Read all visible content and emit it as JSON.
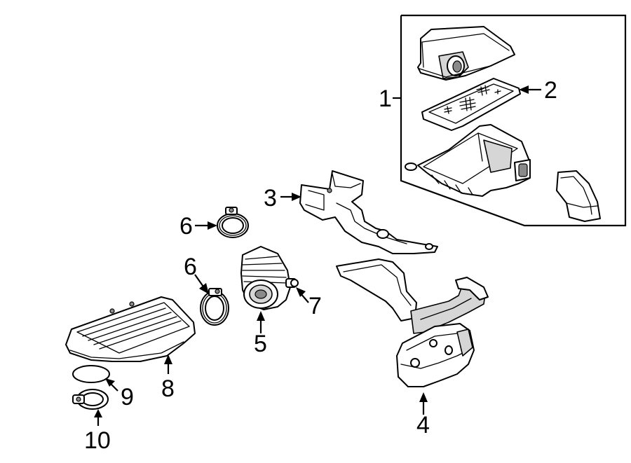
{
  "callouts": [
    {
      "id": "1",
      "text": "1"
    },
    {
      "id": "2",
      "text": "2"
    },
    {
      "id": "3",
      "text": "3"
    },
    {
      "id": "4",
      "text": "4"
    },
    {
      "id": "5",
      "text": "5"
    },
    {
      "id": "6a",
      "text": "6"
    },
    {
      "id": "6b",
      "text": "6"
    },
    {
      "id": "7",
      "text": "7"
    },
    {
      "id": "8",
      "text": "8"
    },
    {
      "id": "9",
      "text": "9"
    },
    {
      "id": "10",
      "text": "10"
    }
  ]
}
